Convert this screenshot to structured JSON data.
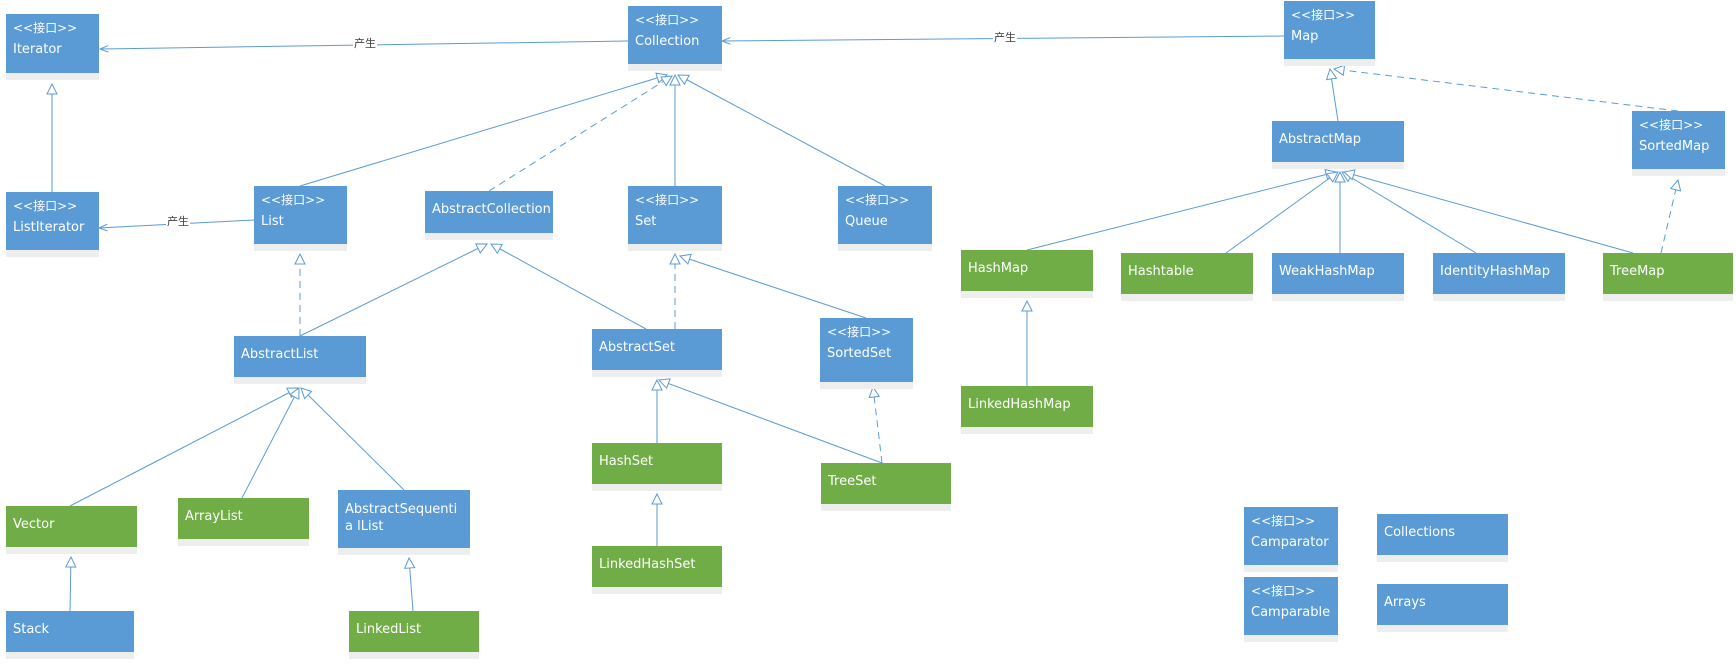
{
  "colors": {
    "interface": "#5b9bd5",
    "abstract": "#5b9bd5",
    "concrete": "#70ad47",
    "line": "#5b9bd5"
  },
  "stereotype": "<<接口>>",
  "nodes": {
    "Iterator": {
      "label": "Iterator",
      "kind": "interface"
    },
    "Collection": {
      "label": "Collection",
      "kind": "interface"
    },
    "Map": {
      "label": "Map",
      "kind": "interface"
    },
    "ListIterator": {
      "label": "ListIterator",
      "kind": "interface"
    },
    "List": {
      "label": "List",
      "kind": "interface"
    },
    "AbstractCollection": {
      "label": "AbstractCollection",
      "kind": "abstract"
    },
    "Set": {
      "label": "Set",
      "kind": "interface"
    },
    "Queue": {
      "label": "Queue",
      "kind": "interface"
    },
    "AbstractMap": {
      "label": "AbstractMap",
      "kind": "abstract"
    },
    "SortedMap": {
      "label": "SortedMap",
      "kind": "interface"
    },
    "HashMap": {
      "label": "HashMap",
      "kind": "concrete"
    },
    "Hashtable": {
      "label": "Hashtable",
      "kind": "concrete"
    },
    "WeakHashMap": {
      "label": "WeakHashMap",
      "kind": "abstract"
    },
    "IdentityHashMap": {
      "label": "IdentityHashMap",
      "kind": "abstract"
    },
    "TreeMap": {
      "label": "TreeMap",
      "kind": "concrete"
    },
    "AbstractList": {
      "label": "AbstractList",
      "kind": "abstract"
    },
    "AbstractSet": {
      "label": "AbstractSet",
      "kind": "abstract"
    },
    "SortedSet": {
      "label": "SortedSet",
      "kind": "interface"
    },
    "LinkedHashMap": {
      "label": "LinkedHashMap",
      "kind": "concrete"
    },
    "HashSet": {
      "label": "HashSet",
      "kind": "concrete"
    },
    "TreeSet": {
      "label": "TreeSet",
      "kind": "concrete"
    },
    "Vector": {
      "label": "Vector",
      "kind": "concrete"
    },
    "ArrayList": {
      "label": "ArrayList",
      "kind": "concrete"
    },
    "AbstractSequentialList": {
      "label": "AbstractSequentia lList",
      "kind": "abstract"
    },
    "LinkedHashSet": {
      "label": "LinkedHashSet",
      "kind": "concrete"
    },
    "Stack": {
      "label": "Stack",
      "kind": "abstract"
    },
    "LinkedList": {
      "label": "LinkedList",
      "kind": "concrete"
    },
    "Camparator": {
      "label": "Camparator",
      "kind": "interface"
    },
    "Camparable": {
      "label": "Camparable",
      "kind": "interface"
    },
    "Collections": {
      "label": "Collections",
      "kind": "abstract"
    },
    "Arrays": {
      "label": "Arrays",
      "kind": "abstract"
    }
  },
  "edge_labels": {
    "produces": "产生"
  },
  "edges": [
    {
      "from": "Collection",
      "to": "Iterator",
      "type": "produces"
    },
    {
      "from": "Map",
      "to": "Collection",
      "type": "produces"
    },
    {
      "from": "List",
      "to": "ListIterator",
      "type": "produces"
    },
    {
      "from": "ListIterator",
      "to": "Iterator",
      "type": "extends"
    },
    {
      "from": "List",
      "to": "Collection",
      "type": "extends"
    },
    {
      "from": "AbstractCollection",
      "to": "Collection",
      "type": "implements"
    },
    {
      "from": "Set",
      "to": "Collection",
      "type": "extends"
    },
    {
      "from": "Queue",
      "to": "Collection",
      "type": "extends"
    },
    {
      "from": "AbstractMap",
      "to": "Map",
      "type": "extends"
    },
    {
      "from": "SortedMap",
      "to": "Map",
      "type": "implements"
    },
    {
      "from": "HashMap",
      "to": "AbstractMap",
      "type": "extends"
    },
    {
      "from": "Hashtable",
      "to": "AbstractMap",
      "type": "extends"
    },
    {
      "from": "WeakHashMap",
      "to": "AbstractMap",
      "type": "extends"
    },
    {
      "from": "IdentityHashMap",
      "to": "AbstractMap",
      "type": "extends"
    },
    {
      "from": "TreeMap",
      "to": "AbstractMap",
      "type": "extends"
    },
    {
      "from": "TreeMap",
      "to": "SortedMap",
      "type": "implements"
    },
    {
      "from": "AbstractList",
      "to": "List",
      "type": "implements"
    },
    {
      "from": "AbstractList",
      "to": "AbstractCollection",
      "type": "extends"
    },
    {
      "from": "AbstractSet",
      "to": "AbstractCollection",
      "type": "extends"
    },
    {
      "from": "AbstractSet",
      "to": "Set",
      "type": "implements"
    },
    {
      "from": "SortedSet",
      "to": "Set",
      "type": "extends"
    },
    {
      "from": "LinkedHashMap",
      "to": "HashMap",
      "type": "extends"
    },
    {
      "from": "HashSet",
      "to": "AbstractSet",
      "type": "extends"
    },
    {
      "from": "TreeSet",
      "to": "AbstractSet",
      "type": "extends"
    },
    {
      "from": "TreeSet",
      "to": "SortedSet",
      "type": "implements"
    },
    {
      "from": "Vector",
      "to": "AbstractList",
      "type": "extends"
    },
    {
      "from": "ArrayList",
      "to": "AbstractList",
      "type": "extends"
    },
    {
      "from": "AbstractSequentialList",
      "to": "AbstractList",
      "type": "extends"
    },
    {
      "from": "LinkedHashSet",
      "to": "HashSet",
      "type": "extends"
    },
    {
      "from": "Stack",
      "to": "Vector",
      "type": "extends"
    },
    {
      "from": "LinkedList",
      "to": "AbstractSequentialList",
      "type": "extends"
    }
  ]
}
